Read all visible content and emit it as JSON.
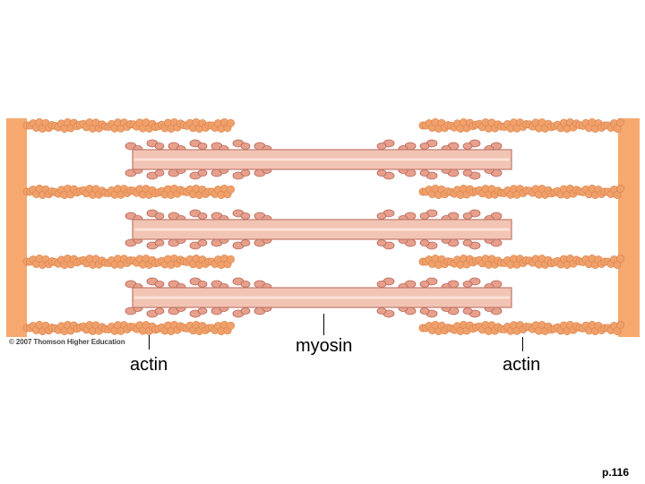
{
  "labels": {
    "actin_left": "actin",
    "myosin": "myosin",
    "actin_right": "actin"
  },
  "copyright": "© 2007 Thomson Higher Education",
  "page_number": "p.116",
  "colors": {
    "z_disc": "#f6a86e",
    "actin": "#f0a06a",
    "actin_dark": "#d9804a",
    "myosin_rod": "#f2c4b4",
    "myosin_rod_edge": "#c07a6a",
    "myosin_head": "#e6a08c",
    "myosin_head_dark": "#b8665a"
  }
}
